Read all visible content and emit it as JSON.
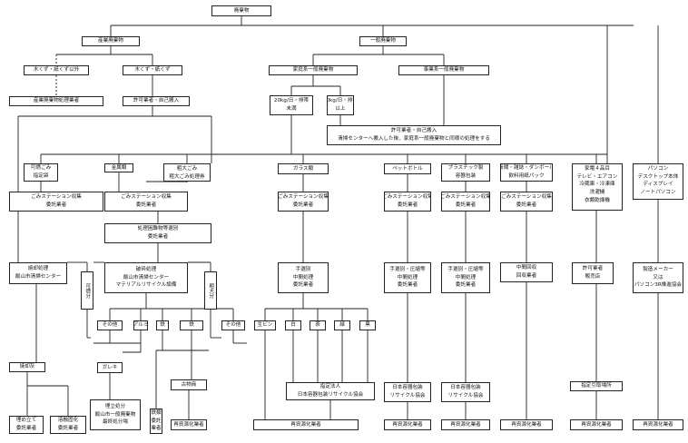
{
  "nodes": {
    "root": [
      "廃棄物"
    ],
    "industrial": [
      "産業廃棄物"
    ],
    "general": [
      "一般廃棄物"
    ],
    "wood_other": [
      "木くず・紙くず以外"
    ],
    "wood": [
      "木くず・紙くず"
    ],
    "household": [
      "家庭系一般廃棄物"
    ],
    "business": [
      "事業系一般廃棄物"
    ],
    "industrial_handler": [
      "産業廃棄物処理業者"
    ],
    "licensed_self": [
      "許可業者・自己搬入"
    ],
    "under20": [
      "20kg/日・排帯",
      "未満"
    ],
    "over20": [
      "20kg/日・排帯",
      "以上"
    ],
    "licensed_clean": [
      "許可業者・自己搬入",
      "清掃センターへ搬入した後、家庭系一般廃棄物と同様の処理をする"
    ],
    "burnable": [
      "可燃ごみ",
      "指定袋"
    ],
    "metal": [
      "金属類"
    ],
    "bulky": [
      "粗大ごみ",
      "粗大ごみ処理券"
    ],
    "glass": [
      "ガラス類"
    ],
    "petbottle": [
      "ペットボトル"
    ],
    "plastic": [
      "プラスチック製",
      "容器包装"
    ],
    "paper": [
      "新聞・雑誌・ダンボール",
      "飲料用紙パック"
    ],
    "appliance": [
      "家電４品目",
      "テレビ・エアコン",
      "冷蔵庫・冷凍庫",
      "洗濯機",
      "衣類乾燥機"
    ],
    "pc": [
      "パソコン",
      "デスクトップ本体",
      "ディスプレイ",
      "ノートパソコン"
    ],
    "col_burnable": [
      "ごみステーション収集",
      "委託業者"
    ],
    "col_metal": [
      "ごみステーション収集",
      "委託業者"
    ],
    "hazard": [
      "処理困難物等選別",
      "委託業者"
    ],
    "col_glass": [
      "ごみステーション収集",
      "委託業者"
    ],
    "col_pet": [
      "ごみステーション収集",
      "委託業者"
    ],
    "col_plastic": [
      "ごみステーション収集",
      "委託業者"
    ],
    "col_paper": [
      "ごみステーション収集",
      "委託業者"
    ],
    "incin": [
      "焼却処理",
      "飯山市清掃センター"
    ],
    "crush": [
      "破砕処理",
      "飯山市清掃センター",
      "マテリアルリサイクル設備"
    ],
    "burnable_side": [
      "可燃分"
    ],
    "bulky_side": [
      "粗大分"
    ],
    "sort_glass": [
      "手選別",
      "中間処理",
      "委託業者"
    ],
    "sort_pet": [
      "手選別・圧縮等",
      "中間処理",
      "委託業者"
    ],
    "sort_plastic": [
      "手選別・圧縮等",
      "中間処理",
      "委託業者"
    ],
    "store_paper": [
      "中間回収",
      "回収業者"
    ],
    "retail": [
      "許可業者",
      "販売店"
    ],
    "maker": [
      "製造メーカー",
      "又は",
      "パソコン3R推進協会"
    ],
    "m_other": [
      "その他"
    ],
    "m_alu": [
      "アルミ"
    ],
    "m_iron": [
      "鉄"
    ],
    "m_steel": [
      "鉄"
    ],
    "m_other2": [
      "その他"
    ],
    "g_raw": [
      "生ビン"
    ],
    "g_white": [
      "白"
    ],
    "g_brown": [
      "茶"
    ],
    "g_green": [
      "緑"
    ],
    "g_black": [
      "黒"
    ],
    "ash": [
      "焼却灰"
    ],
    "rubble": [
      "ガレキ"
    ],
    "scrap": [
      "古物商"
    ],
    "landfill_site": [
      "埋立処分",
      "飯山市一般廃棄物",
      "最終処分場"
    ],
    "iron_contract": [
      "鉄類",
      "委託",
      "業者"
    ],
    "jcpra": [
      "指定法人",
      "日本容器包装リサイクル協会"
    ],
    "jcpra_pet": [
      "日本容器包装",
      "リサイクル協会"
    ],
    "jcpra_pla": [
      "日本容器包装",
      "リサイクル協会"
    ],
    "designated": [
      "指定引取場所"
    ],
    "landfill": [
      "埋め立て",
      "委託業者"
    ],
    "melt": [
      "溶融固化",
      "委託業者"
    ],
    "r1": [
      "再資源化業者"
    ],
    "r2": [
      "再資源化業者"
    ],
    "r3": [
      "再資源化業者"
    ],
    "r4": [
      "再資源化業者"
    ],
    "r5": [
      "再資源化業者"
    ],
    "r6": [
      "再資源化業者"
    ],
    "r7": [
      "再資源化業者"
    ]
  }
}
